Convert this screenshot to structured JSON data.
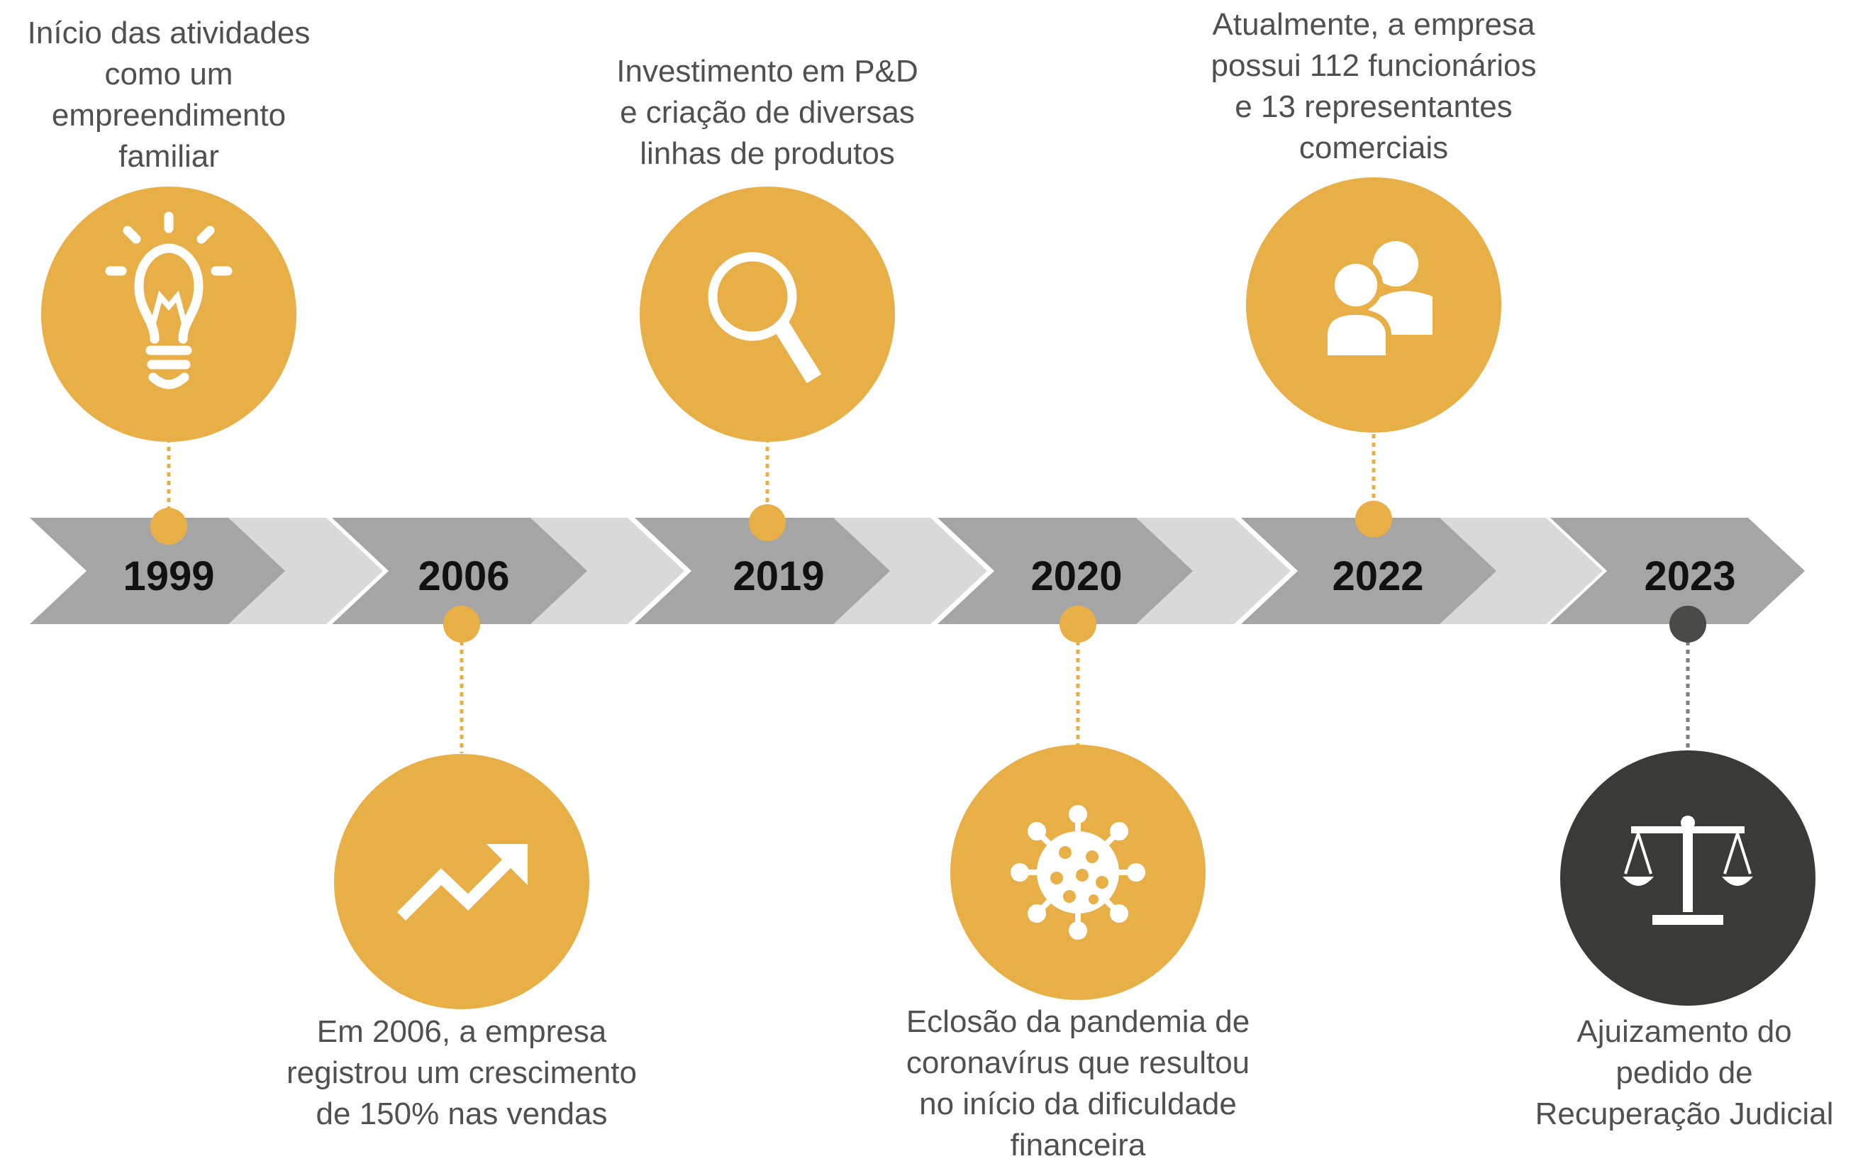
{
  "colors": {
    "gold": "#E8AF47",
    "dark": "#3A3A38",
    "chevron_dark": "#A5A5A5",
    "chevron_light": "#D9D9D9",
    "icon": "#FFFFFF",
    "connector_dark": "#7F7F7F"
  },
  "milestones": [
    {
      "year": "1999",
      "text": "Início das atividades\ncomo um\nempreendimento\nfamiliar",
      "icon": "lightbulb-icon",
      "side": "top"
    },
    {
      "year": "2006",
      "text": "Em 2006, a empresa\nregistrou um crescimento\nde 150% nas vendas",
      "icon": "trending-up-icon",
      "side": "bottom"
    },
    {
      "year": "2019",
      "text": "Investimento em P&D\ne criação de diversas\nlinhas de produtos",
      "icon": "magnifier-icon",
      "side": "top"
    },
    {
      "year": "2020",
      "text": "Eclosão da pandemia de\ncoronavírus que resultou\nno início da dificuldade\nfinanceira",
      "icon": "virus-icon",
      "side": "bottom"
    },
    {
      "year": "2022",
      "text": "Atualmente, a empresa\npossui 112 funcionários\ne 13 representantes\ncomerciais",
      "icon": "people-icon",
      "side": "top"
    },
    {
      "year": "2023",
      "text": "Ajuizamento do\npedido de\nRecuperação Judicial",
      "icon": "scales-icon",
      "side": "bottom"
    }
  ]
}
